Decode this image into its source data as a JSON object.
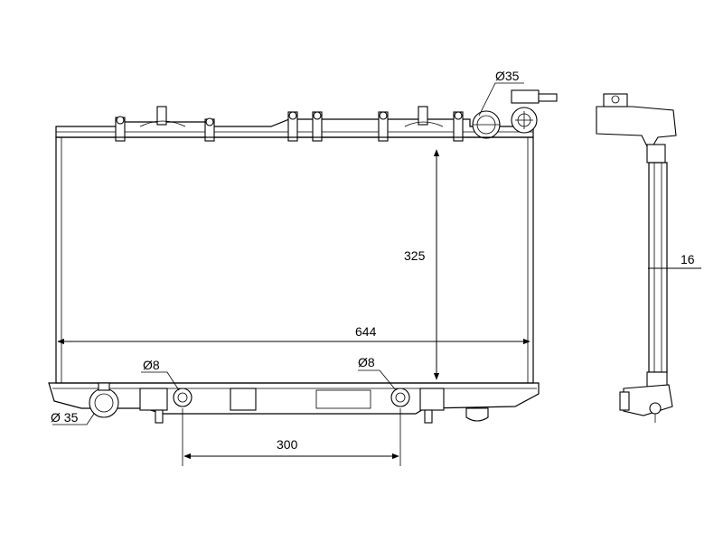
{
  "dimensions": {
    "width_label": "644",
    "height_label": "325",
    "spacing_label": "300",
    "thickness_label": "16",
    "top_cap_label": "Ø35",
    "bottom_inlet_label": "Ø 35",
    "left_fitting_label": "Ø8",
    "right_fitting_label": "Ø8"
  }
}
